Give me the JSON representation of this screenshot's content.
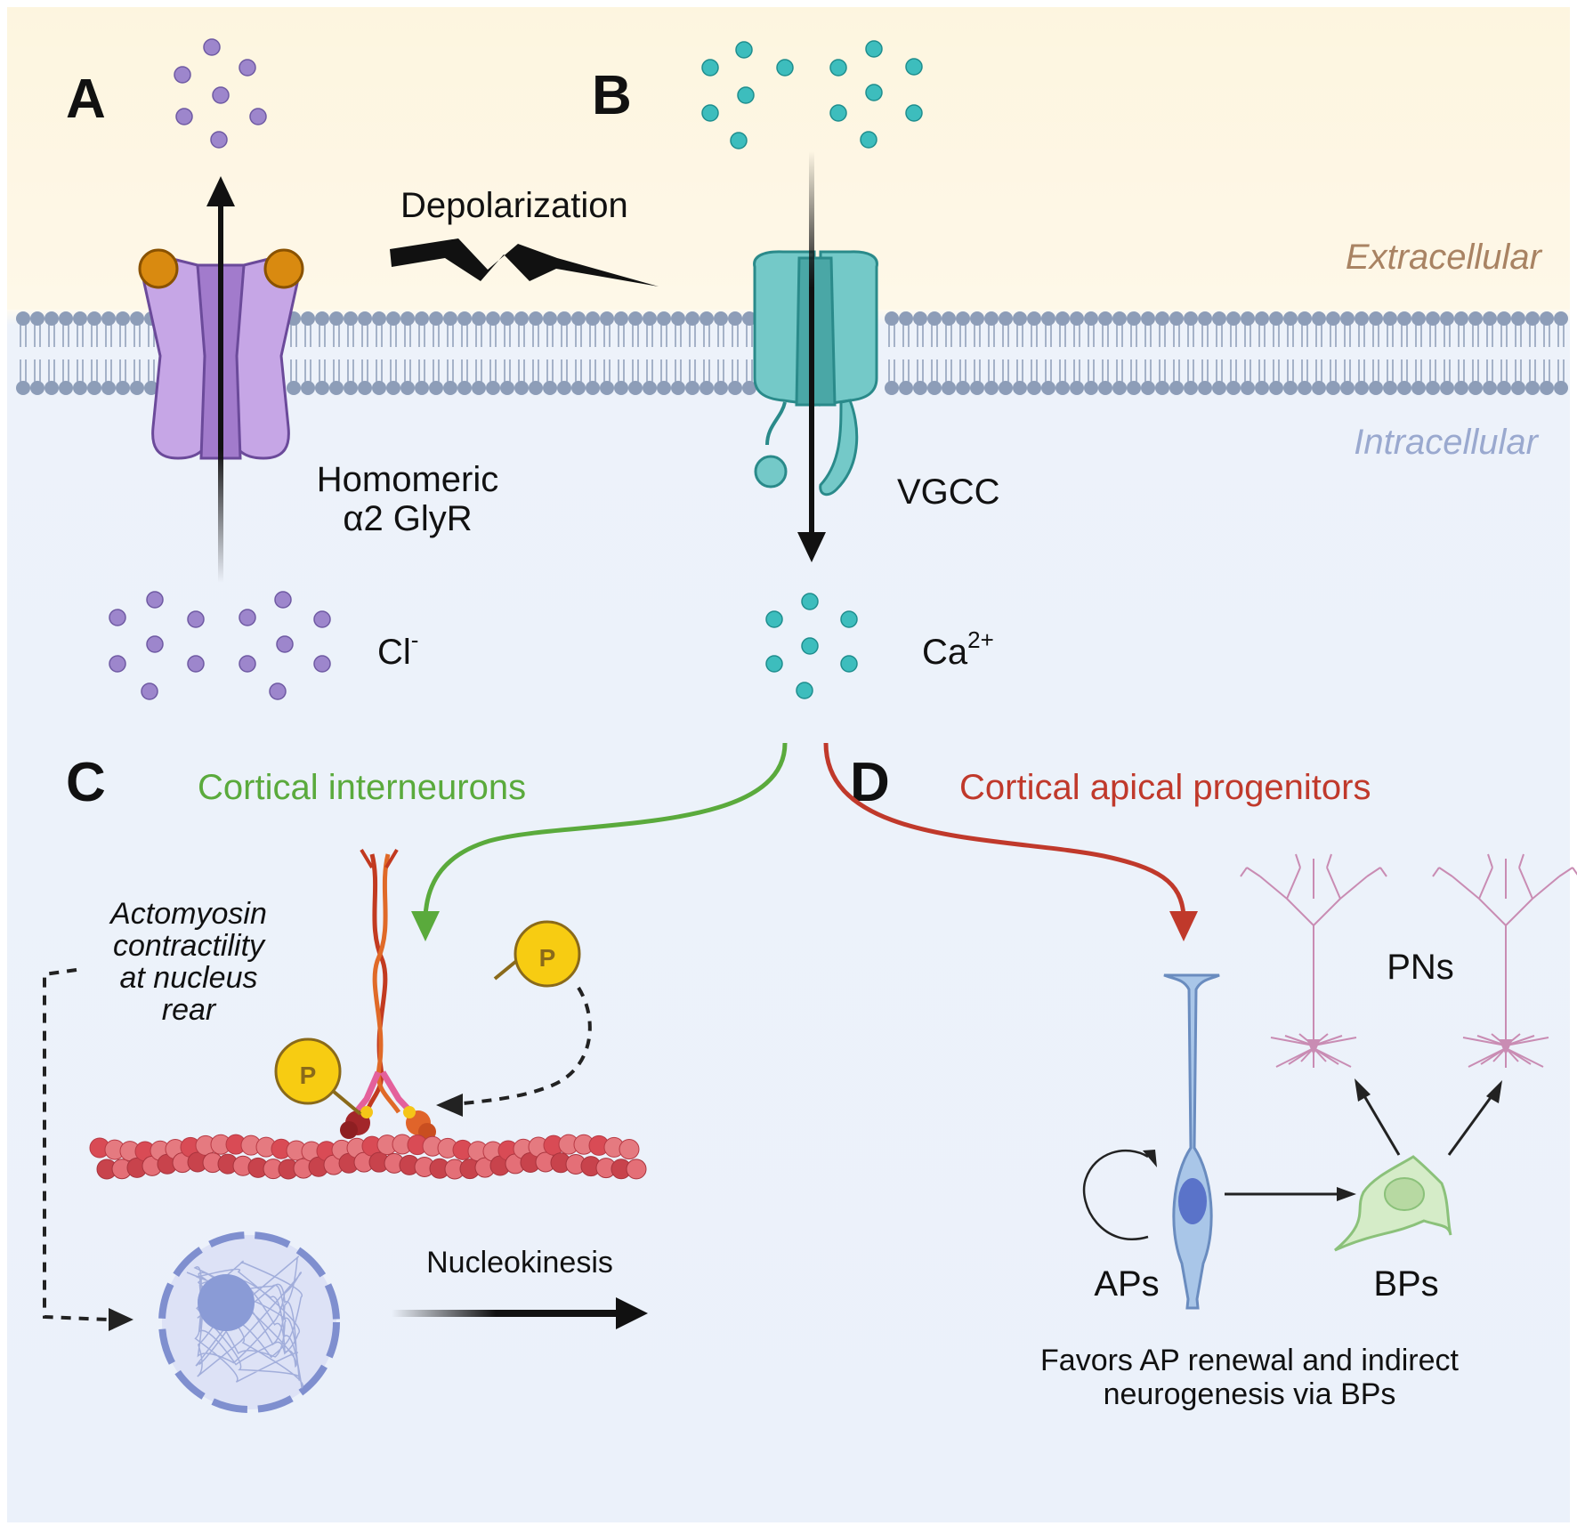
{
  "panels": {
    "a": "A",
    "b": "B",
    "c": "C",
    "d": "D"
  },
  "regions": {
    "extracellular": "Extracellular",
    "intracellular": "Intracellular"
  },
  "labels": {
    "depolarization": "Depolarization",
    "glyr_line1": "Homomeric",
    "glyr_line2": "α2 GlyR",
    "vgcc": "VGCC",
    "chloride_base": "Cl",
    "chloride_sup": "-",
    "calcium_base": "Ca",
    "calcium_sup": "2+",
    "interneurons_title": "Cortical interneurons",
    "progenitors_title": "Cortical apical progenitors",
    "actomyosin_line1": "Actomyosin",
    "actomyosin_line2": "contractility",
    "actomyosin_line3": "at nucleus",
    "actomyosin_line4": "rear",
    "phospho_1": "P",
    "phospho_2": "P",
    "nucleokinesis": "Nucleokinesis",
    "pns": "PNs",
    "aps": "APs",
    "bps": "BPs",
    "summary_line1": "Favors AP renewal and indirect",
    "summary_line2": "neurogenesis via BPs"
  },
  "colors": {
    "extracellular_top": "#fdf6e3",
    "intracellular": "#edf2fa",
    "membrane": "#8d9db8",
    "glyr": "#b593d8",
    "vgcc": "#6ec6c5",
    "chloride": "#9d86cc",
    "calcium": "#3dbdbd",
    "green_arrow": "#5aaa3c",
    "red_arrow": "#c0392b",
    "interneurons_title": "#5aaa3c",
    "progenitors_title": "#c0392b",
    "extracellular_text": "#a08060",
    "intracellular_text": "#9aa9cf",
    "phosphate": "#f5c518",
    "actin": "#d9535a",
    "nucleus": "#9aa8dc",
    "pn": "#c98cb3",
    "ap_cell": "#9dbce0",
    "bp_cell": "#cfe8c2"
  }
}
